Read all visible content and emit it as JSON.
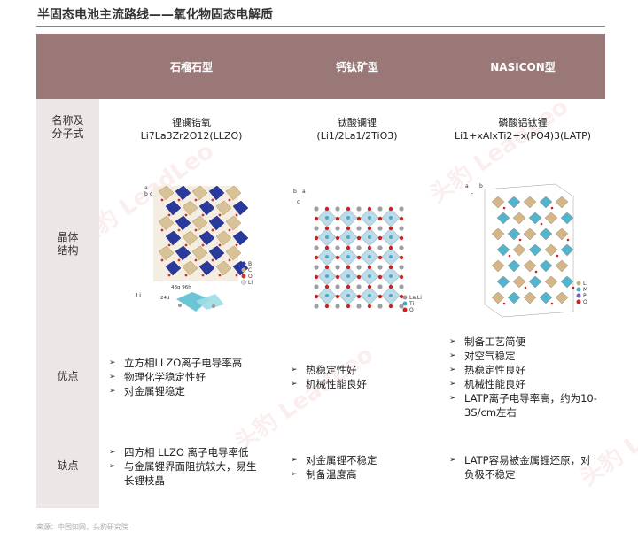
{
  "title": "半固态电池主流路线——氧化物固态电解质",
  "columns": [
    "石榴石型",
    "钙钛矿型",
    "NASICON型"
  ],
  "row_labels": {
    "name": [
      "名称及",
      "分子式"
    ],
    "structure": [
      "晶体",
      "结构"
    ],
    "pros": "优点",
    "cons": "缺点"
  },
  "names": [
    {
      "name": "锂镧锆氧",
      "formula": "Li7La3Zr2O12(LLZO)"
    },
    {
      "name": "钛酸镧锂",
      "formula": "(Li1/2La1/2TiO3)"
    },
    {
      "name": "磷酸铝钛锂",
      "formula": "Li1+xAlxTi2−x(PO4)3(LATP)"
    }
  ],
  "pros": [
    [
      "立方相LLZO离子电导率高",
      "物理化学稳定性好",
      "对金属锂稳定"
    ],
    [
      "热稳定性好",
      "机械性能良好"
    ],
    [
      "制备工艺简便",
      "对空气稳定",
      "热稳定性良好",
      "机械性能良好",
      "LATP离子电导率高，约为10-3S/cm左右"
    ]
  ],
  "cons": [
    [
      "四方相 LLZO 离子电导率低",
      "与金属锂界面阻抗较大，易生长锂枝晶"
    ],
    [
      "对金属锂不稳定",
      "制备温度高"
    ],
    [
      "LATP容易被金属锂还原，对 负极不稳定"
    ]
  ],
  "crystal_labels": {
    "llzo": {
      "axes": [
        "a",
        "b",
        "c"
      ],
      "legend": [
        "B",
        "C",
        "O",
        "Li"
      ],
      "sites": [
        "24d",
        "48g 96h"
      ],
      "li": ".Li"
    },
    "llto": {
      "axes": [
        "b",
        "a",
        "c"
      ],
      "legend": [
        "La,Li",
        "Ti",
        "O"
      ]
    },
    "latp": {
      "axes": [
        "a",
        "b",
        "c"
      ],
      "legend": [
        "Li",
        "M",
        "P",
        "O"
      ]
    }
  },
  "source": "来源：中国知网，头豹研究院",
  "watermark": "头豹 LeadLeo",
  "colors": {
    "header": "#9b7878",
    "label_bg": "#ece6e6",
    "title_rule": "#9a7a7a"
  }
}
